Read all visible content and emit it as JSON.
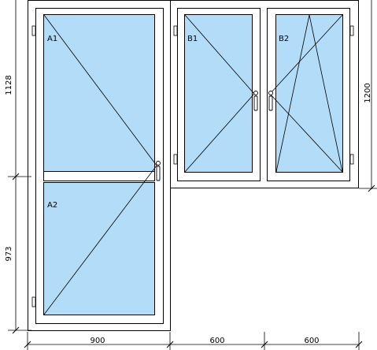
{
  "colors": {
    "glass": "#b3dcf8",
    "frame": "#ffffff",
    "line": "#000000"
  },
  "panes": {
    "a1": "A1",
    "a2": "A2",
    "b1": "B1",
    "b2": "B2"
  },
  "dimensions": {
    "door_upper_height": "1128",
    "door_lower_height": "973",
    "window_height": "1200",
    "door_width": "900",
    "sash_b1_width": "600",
    "sash_b2_width": "600"
  }
}
